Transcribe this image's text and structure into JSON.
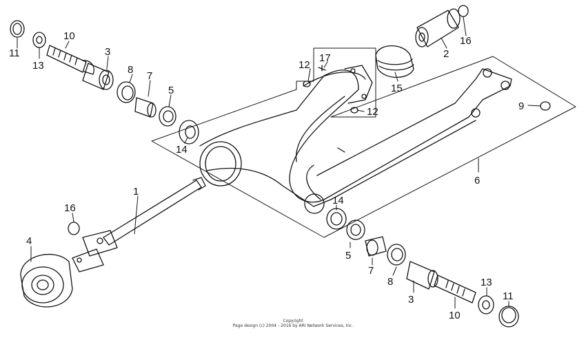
{
  "diagram": {
    "callouts": {
      "c1": "1",
      "c2": "2",
      "c3a": "3",
      "c3b": "3",
      "c4": "4",
      "c5a": "5",
      "c5b": "5",
      "c6": "6",
      "c7a": "7",
      "c7b": "7",
      "c8a": "8",
      "c8b": "8",
      "c9": "9",
      "c10a": "10",
      "c10b": "10",
      "c11a": "11",
      "c11b": "11",
      "c12a": "12",
      "c12b": "12",
      "c13a": "13",
      "c13b": "13",
      "c14a": "14",
      "c14b": "14",
      "c15": "15",
      "c16a": "16",
      "c16b": "16",
      "c17": "17"
    },
    "footer": {
      "line1": "Copyright",
      "line2": "Page design (c) 2004 - 2016 by ARI Network Services, Inc."
    }
  }
}
